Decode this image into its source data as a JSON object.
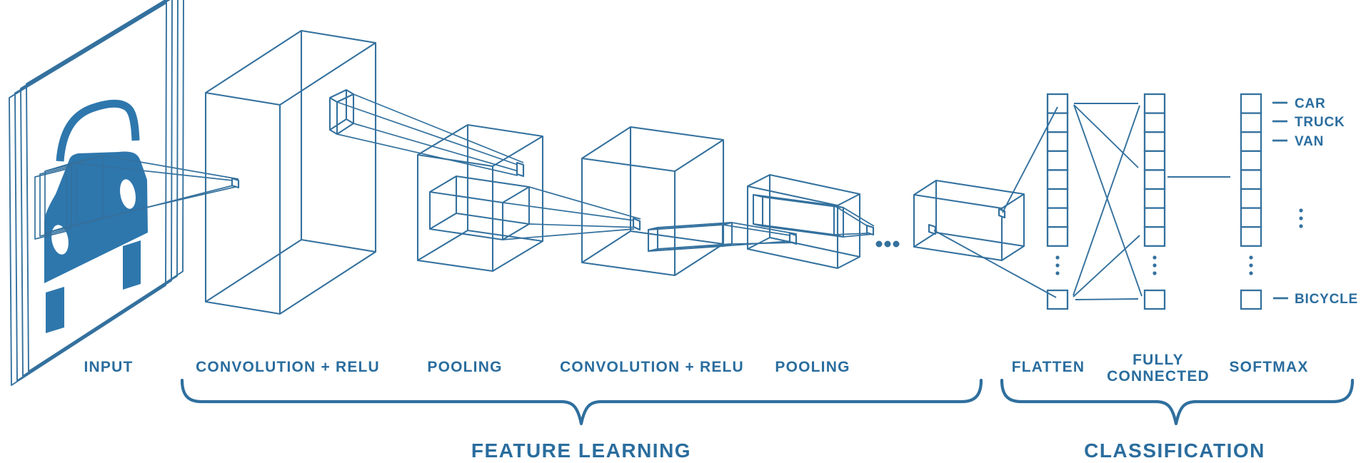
{
  "diagram": {
    "type": "cnn-architecture",
    "colors": {
      "line": "#34719e",
      "shape_fill": "#2e77ad",
      "text": "#2a6d9e"
    },
    "stages": [
      {
        "id": "input",
        "label": "INPUT"
      },
      {
        "id": "conv1",
        "label": "CONVOLUTION + RELU"
      },
      {
        "id": "pool1",
        "label": "POOLING"
      },
      {
        "id": "conv2",
        "label": "CONVOLUTION + RELU"
      },
      {
        "id": "pool2",
        "label": "POOLING"
      },
      {
        "id": "flatten",
        "label": "FLATTEN"
      },
      {
        "id": "fully_connected",
        "label_line1": "FULLY",
        "label_line2": "CONNECTED"
      },
      {
        "id": "softmax",
        "label": "SOFTMAX"
      }
    ],
    "sections": [
      {
        "id": "feature_learning",
        "label": "FEATURE LEARNING"
      },
      {
        "id": "classification",
        "label": "CLASSIFICATION"
      }
    ],
    "output_classes": [
      {
        "label": "CAR"
      },
      {
        "label": "TRUCK"
      },
      {
        "label": "VAN"
      },
      {
        "label": "BICYCLE"
      }
    ],
    "ellipsis": "..."
  }
}
